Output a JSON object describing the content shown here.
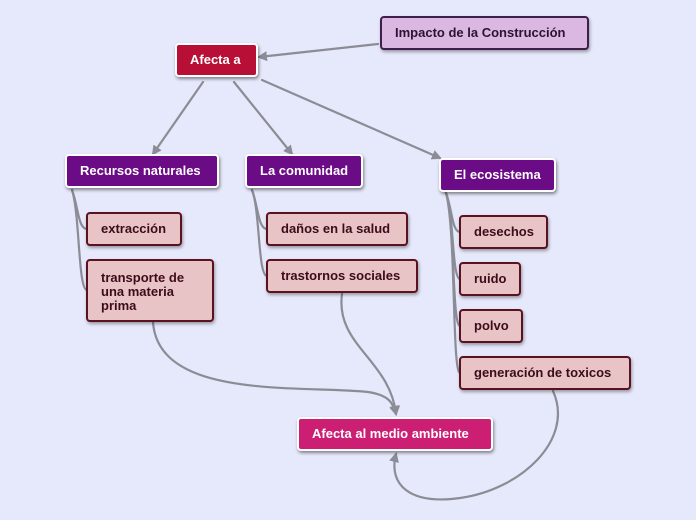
{
  "diagram": {
    "colors": {
      "background": "#e6e9fb",
      "connector": "#8c8c96",
      "root": "#dbb8e2",
      "hub": "#b70f35",
      "topic": "#6c0b86",
      "sub": "#e8c4c7",
      "env": "#cc1f74"
    },
    "nodes": {
      "root": "Impacto de la Construcción",
      "hub": "Afecta a",
      "recursos": "Recursos naturales",
      "comunidad": "La comunidad",
      "ecosistema": "El ecosistema",
      "extraccion": "extracción",
      "transporte": "transporte de una materia prima",
      "danos": "daños en la salud",
      "trastornos": "trastornos sociales",
      "desechos": "desechos",
      "ruido": "ruido",
      "polvo": "polvo",
      "toxicos": "generación de toxicos",
      "medio": "Afecta al medio ambiente"
    }
  }
}
